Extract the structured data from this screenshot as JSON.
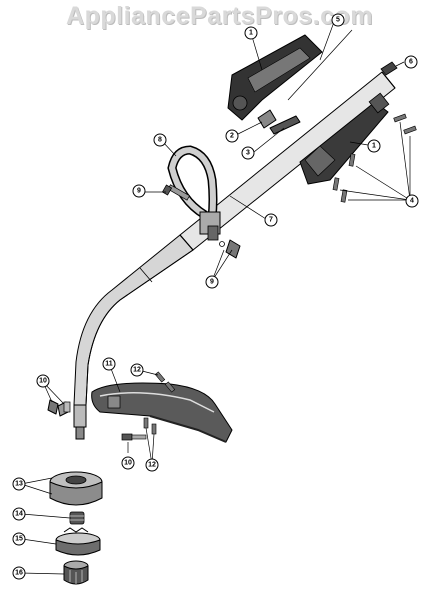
{
  "watermark": "AppliancePartsPros.com",
  "callouts": [
    {
      "id": "c-1a",
      "label": "1"
    },
    {
      "id": "c-1b",
      "label": "1"
    },
    {
      "id": "c-2",
      "label": "2"
    },
    {
      "id": "c-3",
      "label": "3"
    },
    {
      "id": "c-4",
      "label": "4"
    },
    {
      "id": "c-5",
      "label": "5"
    },
    {
      "id": "c-6",
      "label": "6"
    },
    {
      "id": "c-7",
      "label": "7"
    },
    {
      "id": "c-8",
      "label": "8"
    },
    {
      "id": "c-9a",
      "label": "9"
    },
    {
      "id": "c-9b",
      "label": "9"
    },
    {
      "id": "c-10a",
      "label": "10"
    },
    {
      "id": "c-10b",
      "label": "10"
    },
    {
      "id": "c-11",
      "label": "11"
    },
    {
      "id": "c-12a",
      "label": "12"
    },
    {
      "id": "c-12b",
      "label": "12"
    },
    {
      "id": "c-13",
      "label": "13"
    },
    {
      "id": "c-14",
      "label": "14"
    },
    {
      "id": "c-15",
      "label": "15"
    },
    {
      "id": "c-16",
      "label": "16"
    }
  ]
}
